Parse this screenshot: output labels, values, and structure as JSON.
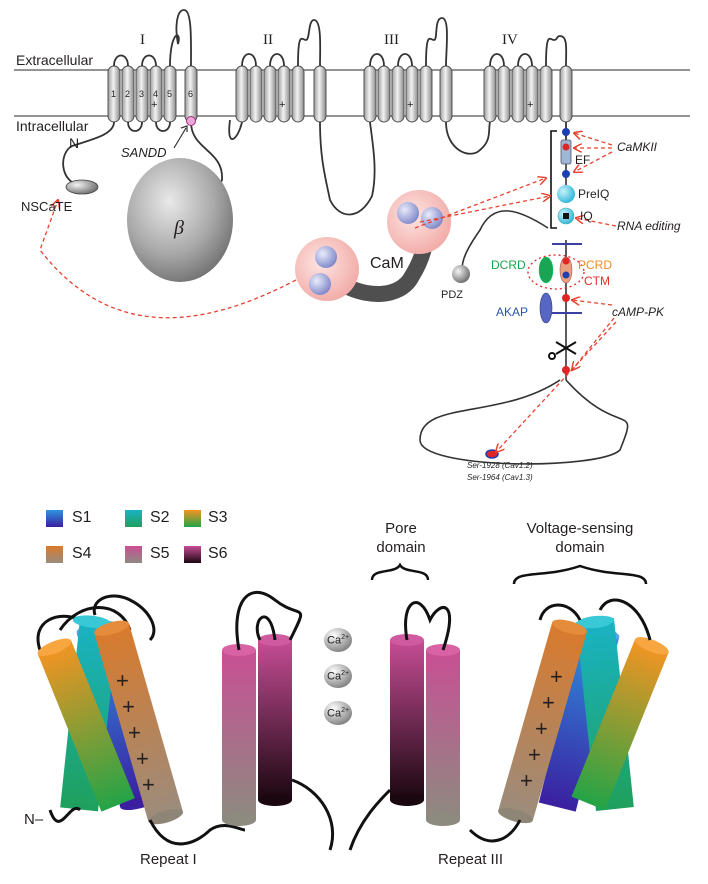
{
  "top": {
    "membrane": {
      "extracellular": "Extracellular",
      "intracellular": "Intracellular"
    },
    "repeats": [
      "I",
      "II",
      "III",
      "IV"
    ],
    "segments": [
      "1",
      "2",
      "3",
      "4",
      "5",
      "6"
    ],
    "plus": "+",
    "n_terminus": "N",
    "labels": {
      "sandd": "SANDD",
      "beta": "β",
      "nscate": "NSCaTE",
      "cam": "CaM",
      "pdz": "PDZ",
      "dcrd": "DCRD",
      "pcrd": "PCRD",
      "ctm": "CTM",
      "akap": "AKAP",
      "ef": "EF",
      "preiq": "PreIQ",
      "iq": "IQ",
      "camkii": "CaMKII",
      "rna_editing": "RNA editing",
      "camp_pk": "cAMP-PK",
      "ser1": "Ser-1928 (Cav1.2)",
      "ser2": "Ser-1964 (Cav1.3)"
    },
    "colors": {
      "arrow": "#e8412f",
      "dcrd": "#1aa34a",
      "pcrd": "#f08a1d",
      "ctm": "#e0312a",
      "akap": "#2b55a6",
      "phospho": "#e02525",
      "domain_blue": "#2140a8"
    }
  },
  "legend": {
    "items": [
      {
        "label": "S1",
        "color": "#1e6fd0"
      },
      {
        "label": "S2",
        "color": "#10b5a8"
      },
      {
        "label": "S3",
        "color": "#5ca83a"
      },
      {
        "label": "S4",
        "color": "#b77a3f"
      },
      {
        "label": "S5",
        "color": "#c0508e"
      },
      {
        "label": "S6",
        "color": "#3a1030"
      }
    ]
  },
  "bottom": {
    "pore_domain": "Pore\ndomain",
    "voltage_domain": "Voltage-sensing\ndomain",
    "ca_ion": "Ca",
    "ca_charge": "2+",
    "n_terminus": "N–",
    "repeat_left": "Repeat I",
    "repeat_right": "Repeat III",
    "plus": "+"
  }
}
